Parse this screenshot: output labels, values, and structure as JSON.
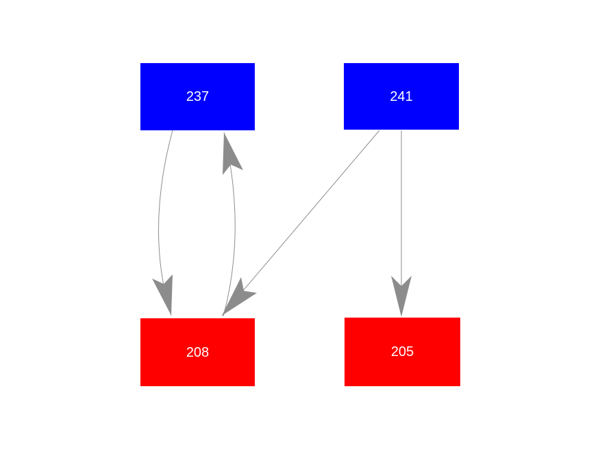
{
  "diagram": {
    "background_color": "#ffffff",
    "arrow_color": "#8c8c8c",
    "node_text_color": "#ffffff",
    "nodes": [
      {
        "id": "237",
        "label": "237",
        "color": "#0000ff"
      },
      {
        "id": "241",
        "label": "241",
        "color": "#0000ff"
      },
      {
        "id": "208",
        "label": "208",
        "color": "#ff0000"
      },
      {
        "id": "205",
        "label": "205",
        "color": "#ff0000"
      }
    ],
    "edges": [
      {
        "from": "237",
        "to": "208",
        "shape": "curved-left"
      },
      {
        "from": "208",
        "to": "237",
        "shape": "curved-right"
      },
      {
        "from": "241",
        "to": "208",
        "shape": "straight-diagonal"
      },
      {
        "from": "241",
        "to": "205",
        "shape": "straight-vertical"
      }
    ]
  }
}
